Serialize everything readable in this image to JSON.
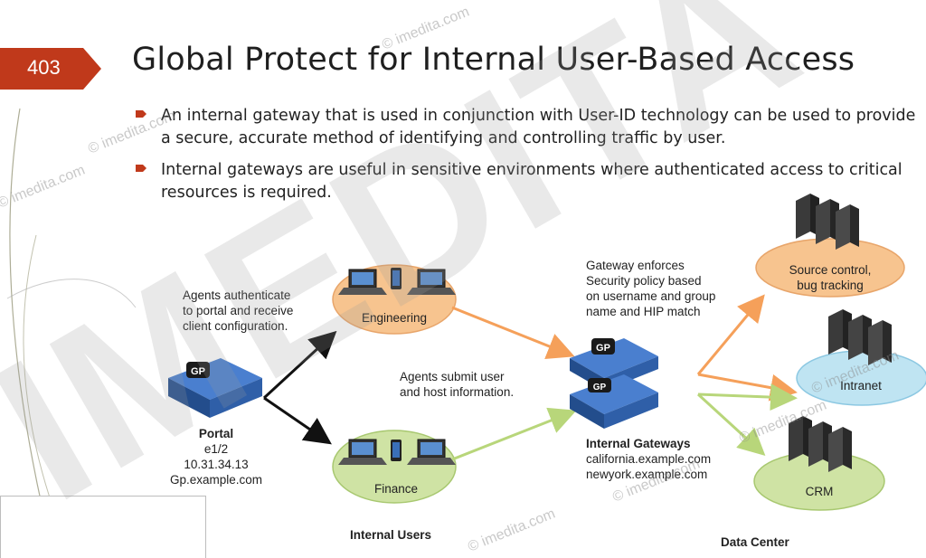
{
  "slide": {
    "number": "403",
    "title": "Global Protect for Internal User-Based Access",
    "accent_color": "#c0391b"
  },
  "bullets": [
    "An internal gateway that is used in conjunction with User-ID technology can be used to provide a secure, accurate method of identifying and controlling traffic by user.",
    "Internal gateways are useful in sensitive environments where authenticated access to critical resources is required."
  ],
  "diagram": {
    "note_agents_authenticate": [
      "Agents authenticate",
      "to portal and receive",
      "client configuration."
    ],
    "note_agents_submit": [
      "Agents submit user",
      "and host information."
    ],
    "note_gateway_enforces": [
      "Gateway enforces",
      "Security policy based",
      "on username and group",
      "name and HIP match"
    ],
    "portal": {
      "title": "Portal",
      "lines": [
        "e1/2",
        "10.31.34.13",
        "Gp.example.com"
      ],
      "icon_label": "GP"
    },
    "groups": {
      "engineering": "Engineering",
      "finance": "Finance",
      "internal_users": "Internal Users"
    },
    "gateways": {
      "title": "Internal Gateways",
      "lines": [
        "california.example.com",
        "newyork.example.com"
      ],
      "icon_label": "GP"
    },
    "servers": {
      "source_control": [
        "Source control,",
        "bug tracking"
      ],
      "intranet": "Intranet",
      "crm": "CRM",
      "data_center": "Data Center"
    },
    "colors": {
      "engineering_fill": "#f7c48f",
      "finance_fill": "#cfe3a4",
      "intranet_fill": "#bfe4f2",
      "device_blue": "#2f5fa8",
      "arrow_orange": "#f5a05a",
      "arrow_green": "#b8d67a"
    }
  },
  "watermark": {
    "big": "IMEDITA",
    "small": "© imedita.com"
  }
}
